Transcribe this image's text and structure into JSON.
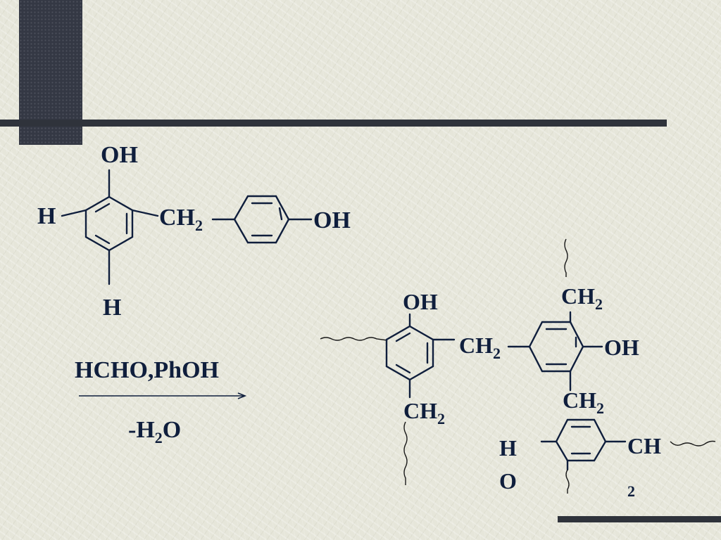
{
  "reactant": {
    "oh_top": "OH",
    "h_left": "H",
    "h_bottom": "H",
    "ch": "CH",
    "sub_2": "2",
    "oh_right": "OH"
  },
  "reaction": {
    "reagents": "HCHO,PhOH",
    "byproduct_prefix": "-H",
    "byproduct_sub": "2",
    "byproduct_suffix": "O"
  },
  "product": {
    "oh_left": "OH",
    "ch_mid": "CH",
    "ch_mid_sub": "2",
    "ch_top": "CH",
    "ch_top_sub": "2",
    "oh_right": "OH",
    "ch_lower_left": "CH",
    "ch_lower_left_sub": "2",
    "ch_lower_right": "CH",
    "ch_lower_right_sub": "2",
    "ho_h": "H",
    "ho_o": "O",
    "ch_end": "CH",
    "ch_end_sub": "2"
  }
}
